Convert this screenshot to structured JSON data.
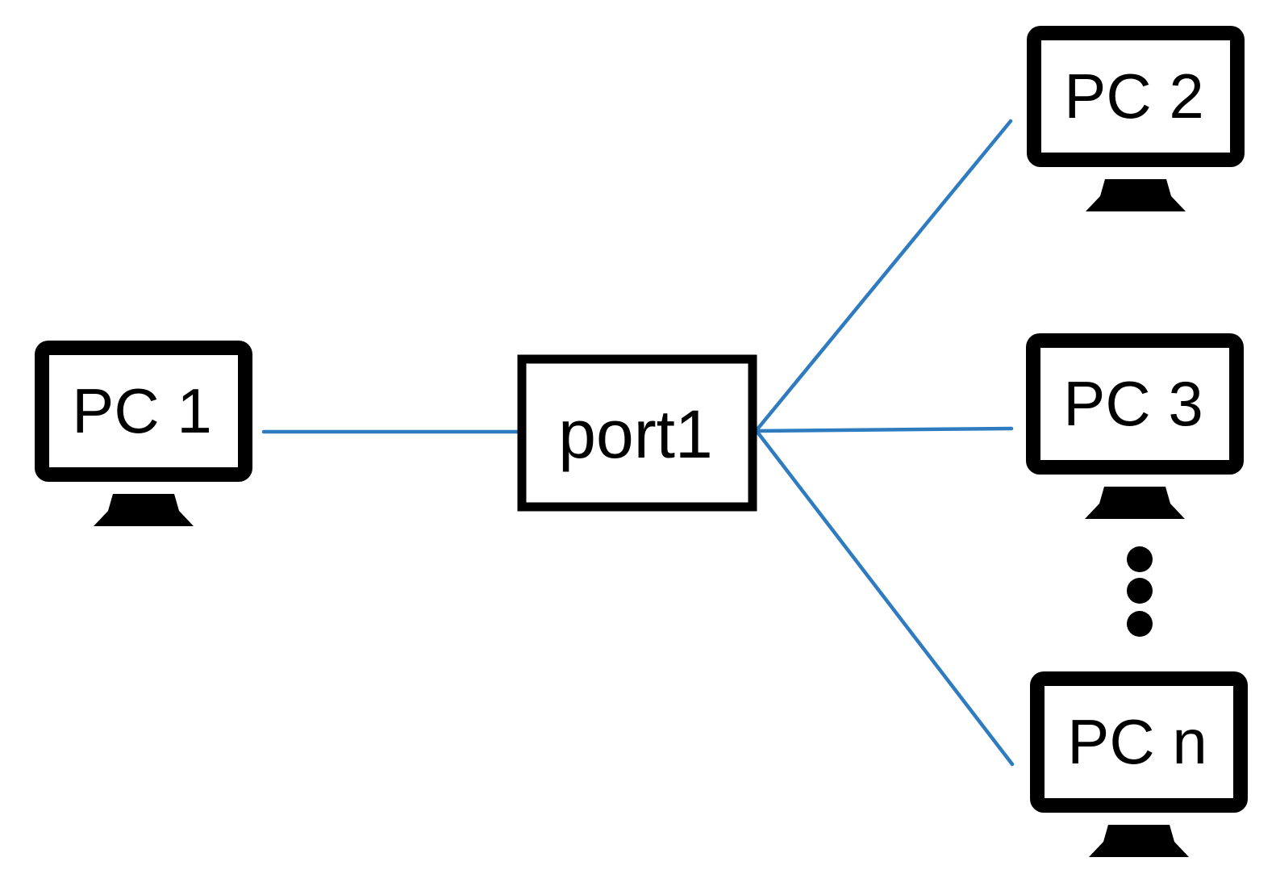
{
  "diagram": {
    "type": "network-topology",
    "background_color": "#ffffff",
    "colors": {
      "connection_line": "#2e7bbf",
      "device_outline": "#000000",
      "screen_fill": "#ffffff",
      "label_text": "#000000"
    },
    "hub": {
      "label": "port1",
      "position": "center"
    },
    "computers": [
      {
        "label": "PC 1",
        "position": "left"
      },
      {
        "label": "PC 2",
        "position": "top-right"
      },
      {
        "label": "PC 3",
        "position": "middle-right"
      },
      {
        "label": "PC n",
        "position": "bottom-right"
      }
    ],
    "ellipsis_dot_count": 3,
    "connections": [
      {
        "from": "PC 1",
        "to": "port1"
      },
      {
        "from": "port1",
        "to": "PC 2"
      },
      {
        "from": "port1",
        "to": "PC 3"
      },
      {
        "from": "port1",
        "to": "PC n"
      }
    ]
  }
}
